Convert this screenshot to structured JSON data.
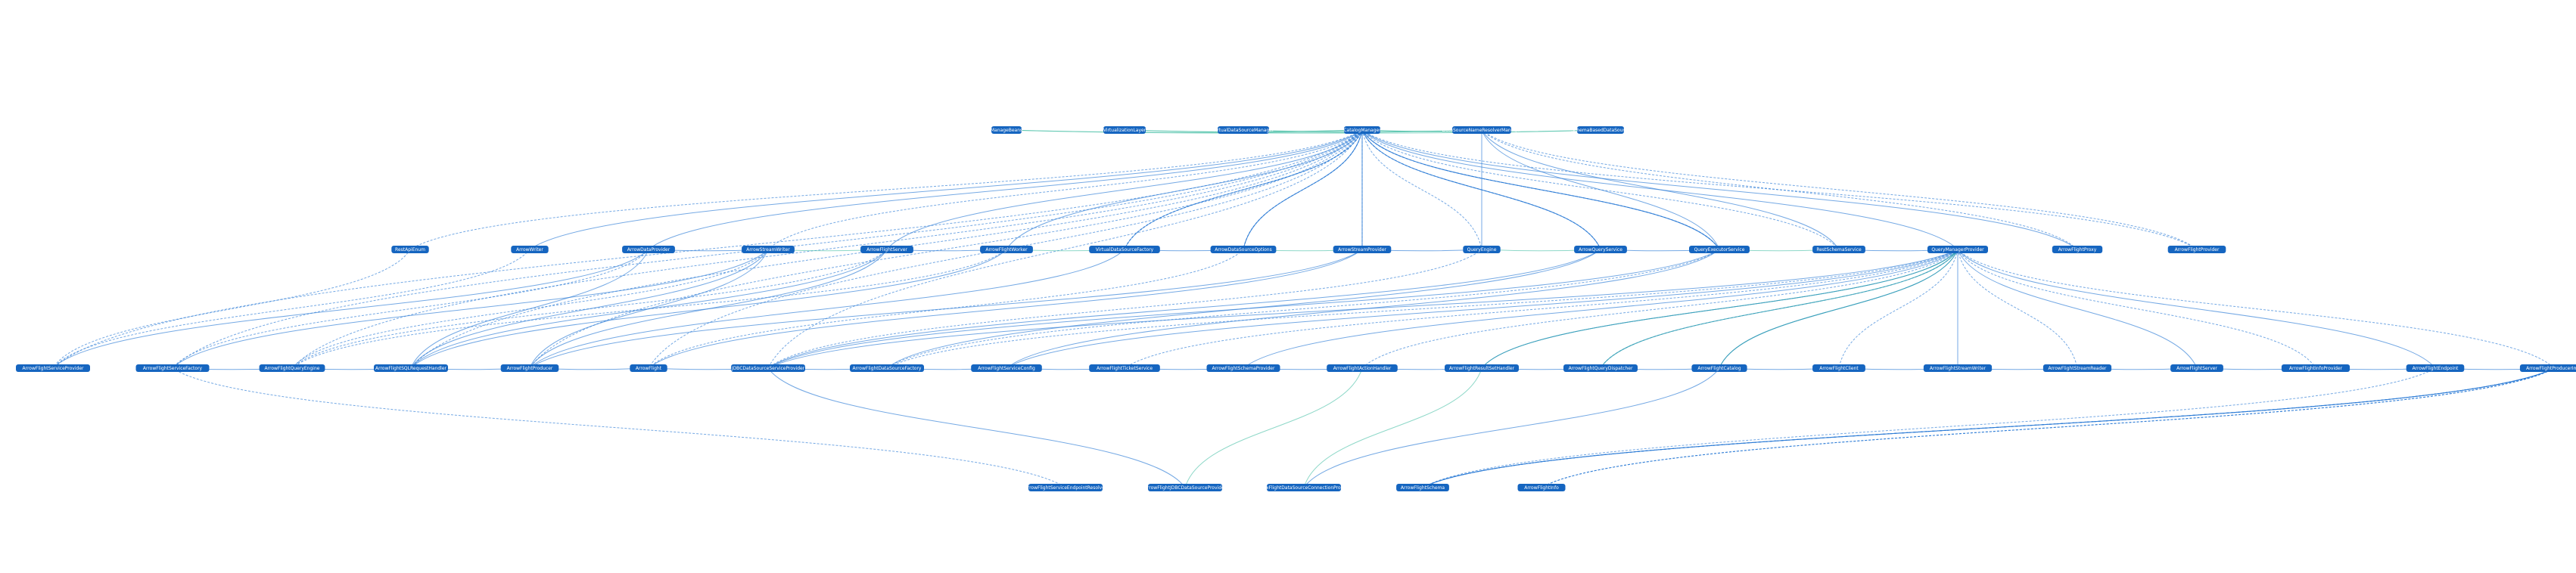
{
  "colors": {
    "node": "#1565c0",
    "edge": "#2b7bd6",
    "edge_alt": "#31b89a",
    "background": "#ffffff"
  },
  "rows": [
    [
      "ManageBeans",
      "VirtualizationLayer",
      "VirtualDataSourceManager",
      "CatalogManager",
      "DataSourceNameResolverManager",
      "SchemaBasedDataSource"
    ],
    [
      "RestApiEnum",
      "ArrowWriter",
      "ArrowDataProvider",
      "ArrowStreamWriter",
      "ArrowFlightServer",
      "ArrowFlightWorker",
      "VirtualDataSourceFactory",
      "ArrowDataSourceOptions",
      "ArrowStreamProvider",
      "QueryEngine",
      "ArrowQueryService",
      "QueryExecutorService",
      "RestSchemaService",
      "QueryManagerProvider",
      "ArrowFlightProxy",
      "ArrowFlightProvider"
    ],
    [
      "ArrowFlightServiceProvider",
      "ArrowFlightServiceFactory",
      "ArrowFlightQueryEngine",
      "ArrowFlightSQLRequestHandler",
      "ArrowFlightProducer",
      "ArrowFlight",
      "JDBCDataSourceServiceProvider",
      "ArrowFlightDataSourceFactory",
      "ArrowFlightServiceConfig",
      "ArrowFlightTicketService",
      "ArrowFlightSchemaProvider",
      "ArrowFlightActionHandler",
      "ArrowFlightResultSetHandler",
      "ArrowFlightQueryDispatcher",
      "ArrowFlightCatalog",
      "ArrowFlightClient",
      "ArrowFlightStreamWriter",
      "ArrowFlightStreamReader",
      "ArrowFlightServer",
      "ArrowFlightInfoProvider",
      "ArrowFlightEndpoint",
      "ArrowFlightProducerImpl"
    ],
    [
      "ArrowFlightServiceEndpointResolver",
      "ArrowFlightJDBCDataSourceProvider",
      "ArrowFlightDataSourceConnectionProvider",
      "ArrowFlightSchema",
      "ArrowFlightInfo"
    ]
  ]
}
